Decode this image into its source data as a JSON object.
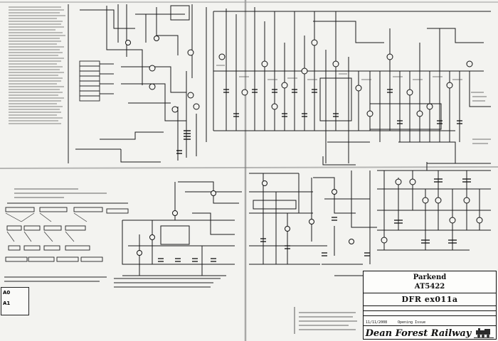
{
  "title_block": {
    "location": "Parkend",
    "reference": "AT5422",
    "drawing_number": "DFR ex011a",
    "revision_date": "11/11/2008",
    "revision_description": "Opening Issue",
    "company": "Dean Forest Railway",
    "logo_icon": "locomotive-icon"
  },
  "revision_box": {
    "row1": "A0",
    "row2": "A1"
  },
  "colors": {
    "paper": "#f4f4f1",
    "ink": "#111111",
    "line": "#2a2a2a"
  }
}
